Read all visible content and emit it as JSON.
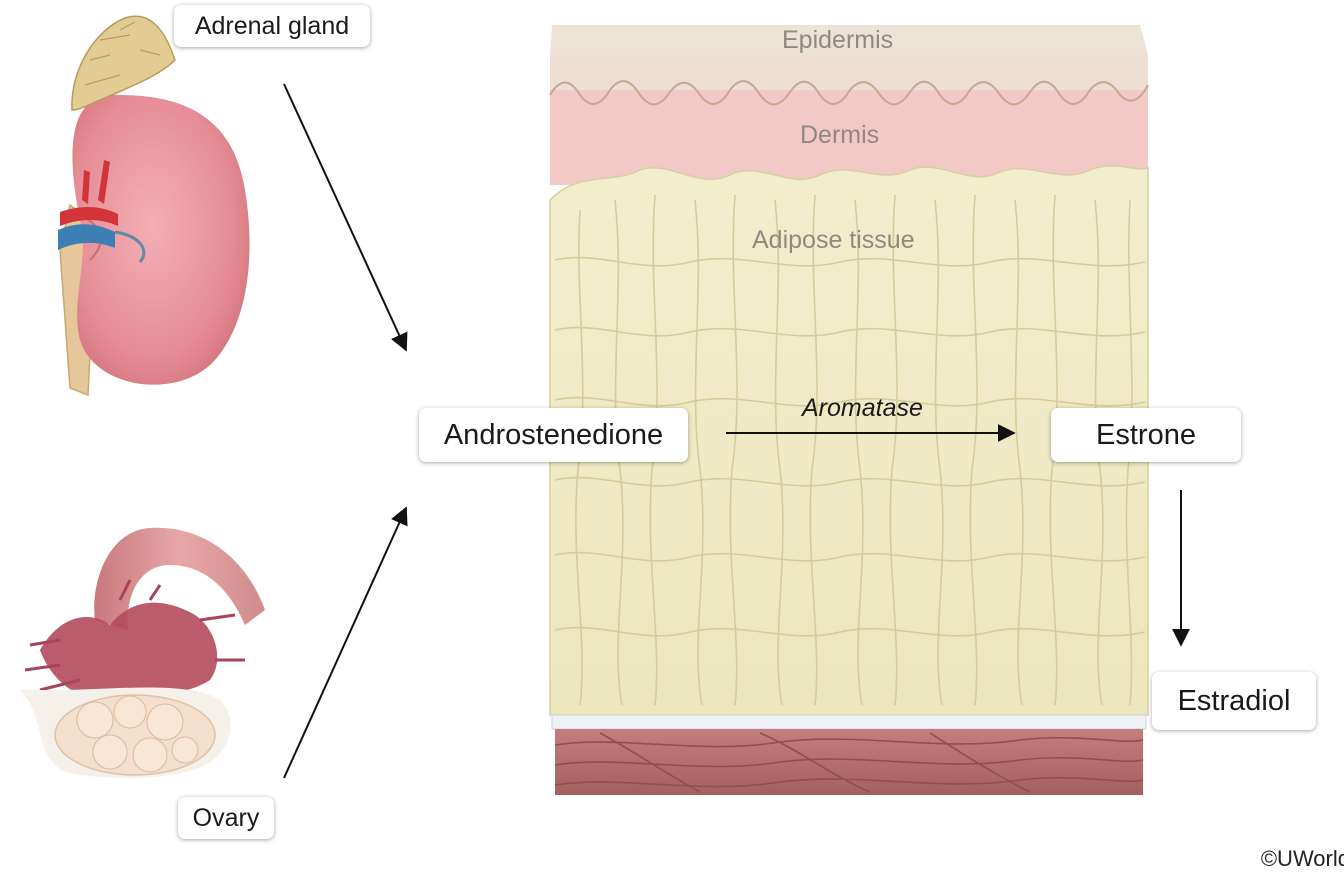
{
  "organs": {
    "adrenal_label": "Adrenal gland",
    "ovary_label": "Ovary"
  },
  "skin_layers": {
    "epidermis": "Epidermis",
    "dermis": "Dermis",
    "adipose": "Adipose tissue"
  },
  "pathway": {
    "precursor": "Androstenedione",
    "enzyme": "Aromatase",
    "product": "Estrone",
    "final": "Estradiol"
  },
  "credit": "©UWorld",
  "colors": {
    "epidermis": "#eadfd2",
    "dermis": "#f2c9c7",
    "adipose": "#efeac4",
    "muscle": "#b87473",
    "kidney": "#e8939b",
    "adrenal": "#e3cc94"
  }
}
